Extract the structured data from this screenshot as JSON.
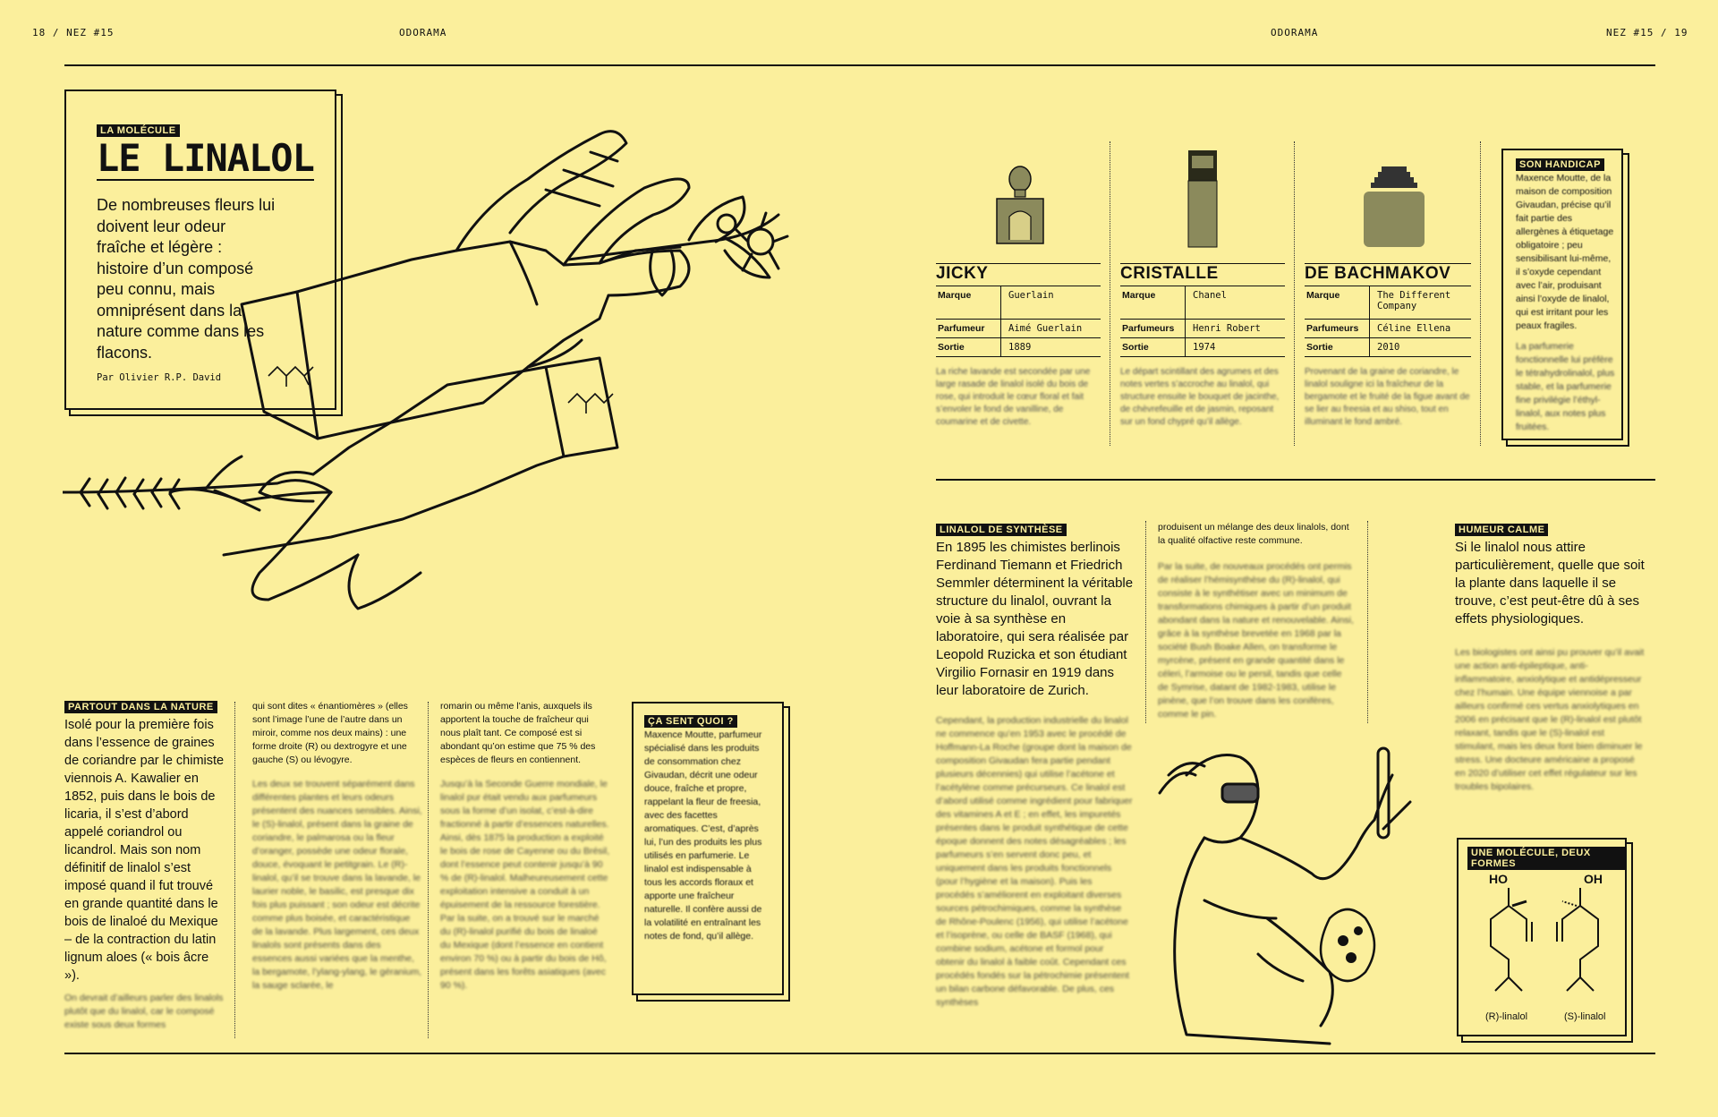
{
  "header": {
    "left_folio": "18 / NEZ #15",
    "left_section": "ODORAMA",
    "right_section": "ODORAMA",
    "right_folio": "NEZ #15 / 19"
  },
  "intro": {
    "tag": "LA MOLÉCULE",
    "title": "LE LINALOL",
    "lead": "De nombreuses fleurs lui doivent leur odeur fraîche et légère : histoire d’un composé peu connu, mais omniprésent dans la nature comme dans les flacons.",
    "byline": "Par Olivier R.P. David"
  },
  "perfumes": [
    {
      "name": "JICKY",
      "marque": "Guerlain",
      "parfumeur_label": "Parfumeur",
      "parfumeur": "Aimé Guerlain",
      "sortie": "1889",
      "desc": "La riche lavande est secondée par une large rasade de linalol isolé du bois de rose, qui introduit le cœur floral et fait s’envoler le fond de vanilline, de coumarine et de civette."
    },
    {
      "name": "CRISTALLE",
      "marque": "Chanel",
      "parfumeur_label": "Parfumeurs",
      "parfumeur": "Henri Robert",
      "sortie": "1974",
      "desc": "Le départ scintillant des agrumes et des notes vertes s’accroche au linalol, qui structure ensuite le bouquet de jacinthe, de chèvrefeuille et de jasmin, reposant sur un fond chypré qu’il allège."
    },
    {
      "name": "DE BACHMAKOV",
      "marque": "The Different Company",
      "parfumeur_label": "Parfumeurs",
      "parfumeur": "Céline Ellena",
      "sortie": "2010",
      "desc": "Provenant de la graine de coriandre, le linalol souligne ici la fraîcheur de la bergamote et le fruité de la figue avant de se lier au freesia et au shiso, tout en illuminant le fond ambré."
    }
  ],
  "table_labels": {
    "marque": "Marque",
    "sortie": "Sortie"
  },
  "handicap": {
    "tag": "SON HANDICAP",
    "text": "Maxence Moutte, de la maison de composition Givaudan, précise qu’il fait partie des allergènes à étiquetage obligatoire ; peu sensibilisant lui-même, il s’oxyde cependant avec l’air, produisant ainsi l’oxyde de linalol, qui est irritant pour les peaux fragiles.",
    "text2": "La parfumerie fonctionnelle lui préfère le tétrahydrolinalol, plus stable, et la parfumerie fine privilégie l’éthyl-linalol, aux notes plus fruitées."
  },
  "nature": {
    "tag": "PARTOUT DANS LA NATURE",
    "lead": "Isolé pour la première fois dans l’essence de graines de coriandre par le chimiste viennois A. Kawalier en 1852, puis dans le bois de licaria, il s’est d’abord appelé coriandrol ou licandrol. Mais son nom définitif de linalol s’est imposé quand il fut trouvé en grande quantité dans le bois de linaloé du Mexique – de la contraction du latin lignum aloes (« bois âcre »).",
    "body": "On devrait d’ailleurs parler des linalols plutôt que du linalol, car le composé existe sous deux formes",
    "col2a": "qui sont dites « énantiomères » (elles sont l’image l’une de l’autre dans un miroir, comme nos deux mains) : une forme droite (R) ou dextrogyre et une gauche (S) ou lévogyre.",
    "col2b": "Les deux se trouvent séparément dans différentes plantes et leurs odeurs présentent des nuances sensibles. Ainsi, le (S)-linalol, présent dans la graine de coriandre, le palmarosa ou la fleur d’oranger, possède une odeur florale, douce, évoquant le petitgrain. Le (R)-linalol, qu’il se trouve dans la lavande, le laurier noble, le basilic, est presque dix fois plus puissant ; son odeur est décrite comme plus boisée, et caractéristique de la lavande. Plus largement, ces deux linalols sont présents dans des essences aussi variées que la menthe, la bergamote, l’ylang-ylang, le géranium, la sauge sclarée, le",
    "col3": "romarin ou même l’anis, auxquels ils apportent la touche de fraîcheur qui nous plaît tant. Ce composé est si abondant qu’on estime que 75 % des espèces de fleurs en contiennent.",
    "col3b": "Jusqu’à la Seconde Guerre mondiale, le linalol pur était vendu aux parfumeurs sous la forme d’un isolat, c’est-à-dire fractionné à partir d’essences naturelles. Ainsi, dès 1875 la production a exploité le bois de rose de Cayenne ou du Brésil, dont l’essence peut contenir jusqu’à 90 % de (R)-linalol. Malheureusement cette exploitation intensive a conduit à un épuisement de la ressource forestière. Par la suite, on a trouvé sur le marché du (R)-linalol purifié du bois de linaloé du Mexique (dont l’essence en contient environ 70 %) ou à partir du bois de Hô, présent dans les forêts asiatiques (avec 90 %)."
  },
  "smell": {
    "tag": "ÇA SENT QUOI ?",
    "text": "Maxence Moutte, parfumeur spécialisé dans les produits de consommation chez Givaudan, décrit une odeur douce, fraîche et propre, rappelant la fleur de freesia, avec des facettes aromatiques. C’est, d’après lui, l’un des produits les plus utilisés en parfumerie. Le linalol est indispensable à tous les accords floraux et apporte une fraîcheur naturelle. Il confère aussi de la volatilité en entraînant les notes de fond, qu’il allège."
  },
  "synthesis": {
    "tag": "LINALOL DE SYNTHÈSE",
    "lead": "En 1895 les chimistes berlinois Ferdinand Tiemann et Friedrich Semmler déterminent la véritable structure du linalol, ouvrant la voie à sa synthèse en laboratoire, qui sera réalisée par Leopold Ruzicka et son étudiant Virgilio Fornasir en 1919 dans leur laboratoire de Zurich.",
    "body": "Cependant, la production industrielle du linalol ne commence qu’en 1953 avec le procédé de Hoffmann-La Roche (groupe dont la maison de composition Givaudan fera partie pendant plusieurs décennies) qui utilise l’acétone et l’acétylène comme précurseurs. Ce linalol est d’abord utilisé comme ingrédient pour fabriquer des vitamines A et E ; en effet, les impuretés présentes dans le produit synthétique de cette époque donnent des notes désagréables ; les parfumeurs s’en servent donc peu, et uniquement dans les produits fonctionnels (pour l’hygiène et la maison). Puis les procédés s’améliorent en exploitant diverses sources pétrochimiques, comme la synthèse de Rhône-Poulenc (1956), qui utilise l’acétone et l’isoprène, ou celle de BASF (1968), qui combine sodium, acétone et formol pour obtenir du linalol à faible coût. Cependant ces procédés fondés sur la pétrochimie présentent un bilan carbone défavorable. De plus, ces synthèses",
    "col2a": "produisent un mélange des deux linalols, dont la qualité olfactive reste commune.",
    "col2b": "Par la suite, de nouveaux procédés ont permis de réaliser l’hémisynthèse du (R)-linalol, qui consiste à le synthétiser avec un minimum de transformations chimiques à partir d’un produit abondant dans la nature et renouvelable. Ainsi, grâce à la synthèse brevetée en 1968 par la société Bush Boake Allen, on transforme le myrcène, présent en grande quantité dans le céleri, l’armoise ou le persil, tandis que celle de Symrise, datant de 1982-1983, utilise le pinène, que l’on trouve dans les conifères, comme le pin."
  },
  "calm": {
    "tag": "HUMEUR CALME",
    "lead": "Si le linalol nous attire particulièrement, quelle que soit la plante dans laquelle il se trouve, c’est peut-être dû à ses effets physiologiques.",
    "body": "Les biologistes ont ainsi pu prouver qu’il avait une action anti-épileptique, anti-inflammatoire, anxiolytique et antidépresseur chez l’humain. Une équipe viennoise a par ailleurs confirmé ces vertus anxiolytiques en 2006 en précisant que le (R)-linalol est plutôt relaxant, tandis que le (S)-linalol est stimulant, mais les deux font bien diminuer le stress. Une docteure américaine a proposé en 2020 d’utiliser cet effet régulateur sur les troubles bipolaires."
  },
  "molecule": {
    "tag": "UNE MOLÉCULE, DEUX FORMES",
    "ho_label": "HO",
    "oh_label": "OH",
    "r_label": "(R)-linalol",
    "s_label": "(S)-linalol"
  },
  "colors": {
    "background": "#fbef9c",
    "ink": "#111111",
    "bottle_olive": "#8b8a5c"
  }
}
